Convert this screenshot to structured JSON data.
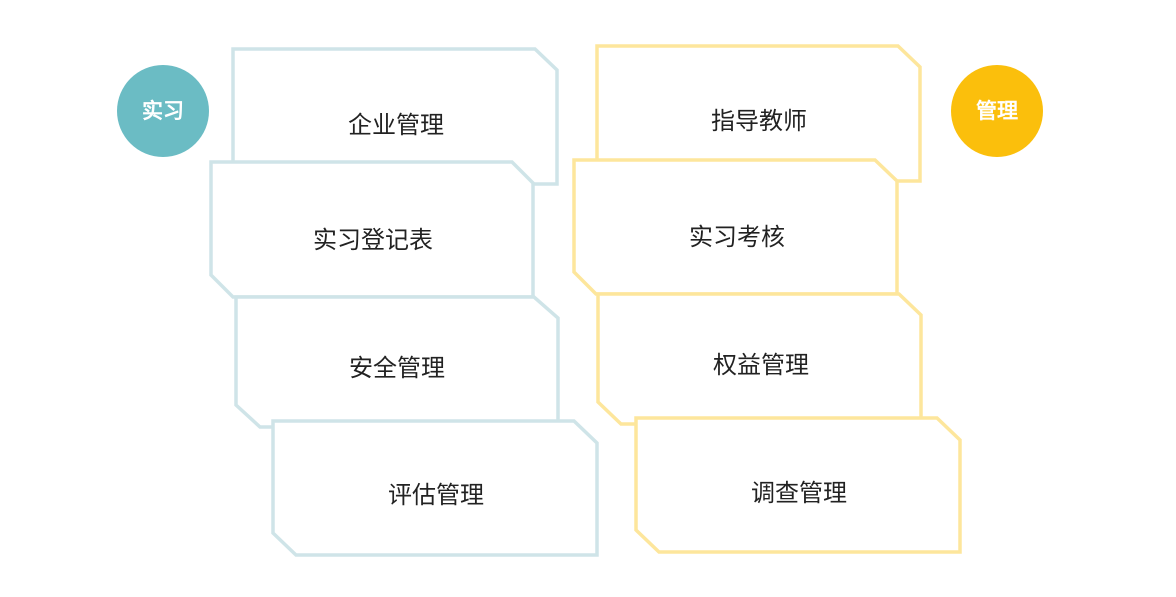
{
  "colors": {
    "teal": "#6bbcc4",
    "gold": "#fbbf0c",
    "teal_border": "#cfe4e8",
    "gold_border": "#fde69c"
  },
  "left": {
    "badge": "实习",
    "items": [
      "企业管理",
      "实习登记表",
      "安全管理",
      "评估管理"
    ]
  },
  "right": {
    "badge": "管理",
    "items": [
      "指导教师",
      "实习考核",
      "权益管理",
      "调查管理"
    ]
  }
}
